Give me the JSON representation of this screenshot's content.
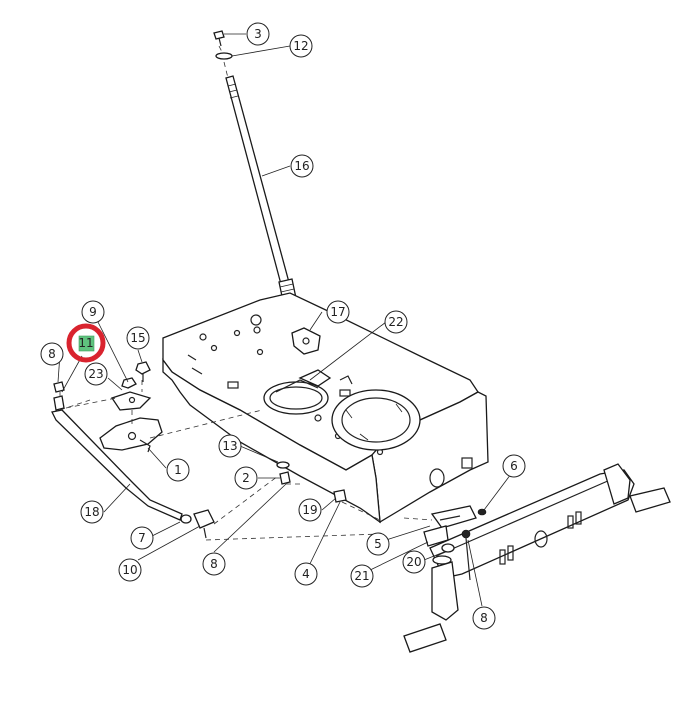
{
  "diagram": {
    "highlight_color": "#d9232e",
    "highlight_fill": "#5fc27e",
    "callouts": [
      {
        "id": "c3",
        "label": "3"
      },
      {
        "id": "c12",
        "label": "12"
      },
      {
        "id": "c16",
        "label": "16"
      },
      {
        "id": "c17",
        "label": "17"
      },
      {
        "id": "c22",
        "label": "22"
      },
      {
        "id": "c9",
        "label": "9"
      },
      {
        "id": "c11",
        "label": "11"
      },
      {
        "id": "c15",
        "label": "15"
      },
      {
        "id": "c8a",
        "label": "8"
      },
      {
        "id": "c23",
        "label": "23"
      },
      {
        "id": "c1",
        "label": "1"
      },
      {
        "id": "c13",
        "label": "13"
      },
      {
        "id": "c2",
        "label": "2"
      },
      {
        "id": "c18",
        "label": "18"
      },
      {
        "id": "c7",
        "label": "7"
      },
      {
        "id": "c10",
        "label": "10"
      },
      {
        "id": "c8b",
        "label": "8"
      },
      {
        "id": "c19",
        "label": "19"
      },
      {
        "id": "c4",
        "label": "4"
      },
      {
        "id": "c5",
        "label": "5"
      },
      {
        "id": "c21",
        "label": "21"
      },
      {
        "id": "c6",
        "label": "6"
      },
      {
        "id": "c20",
        "label": "20"
      },
      {
        "id": "c8c",
        "label": "8"
      }
    ]
  }
}
